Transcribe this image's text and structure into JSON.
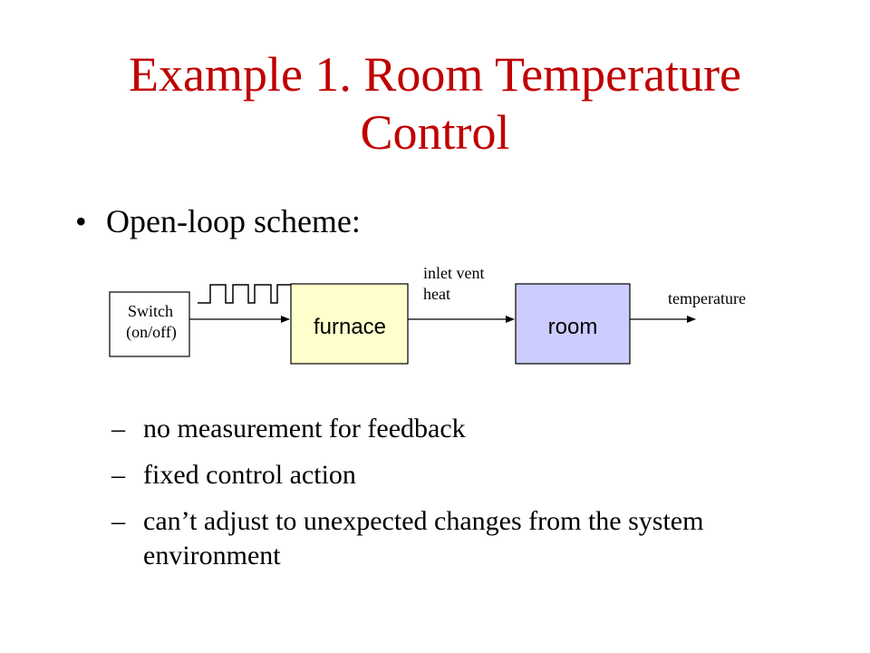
{
  "slide": {
    "title_line1": "Example 1. Room Temperature",
    "title_line2": "Control",
    "title_color": "#c00000",
    "bullet": {
      "marker": "•",
      "text": "Open-loop scheme:"
    },
    "diagram": {
      "switch_label_1": "Switch",
      "switch_label_2": "(on/off)",
      "furnace_label": "furnace",
      "furnace_color": "#ffffcc",
      "room_label": "room",
      "room_color": "#ccccff",
      "inlet_label_1": "inlet vent",
      "inlet_label_2": "heat",
      "output_label": "temperature"
    },
    "subitems": [
      {
        "dash": "–",
        "text": "no measurement for feedback"
      },
      {
        "dash": "–",
        "text": "fixed control action"
      },
      {
        "dash": "–",
        "text": "can’t adjust to unexpected changes from the system environment"
      }
    ]
  }
}
